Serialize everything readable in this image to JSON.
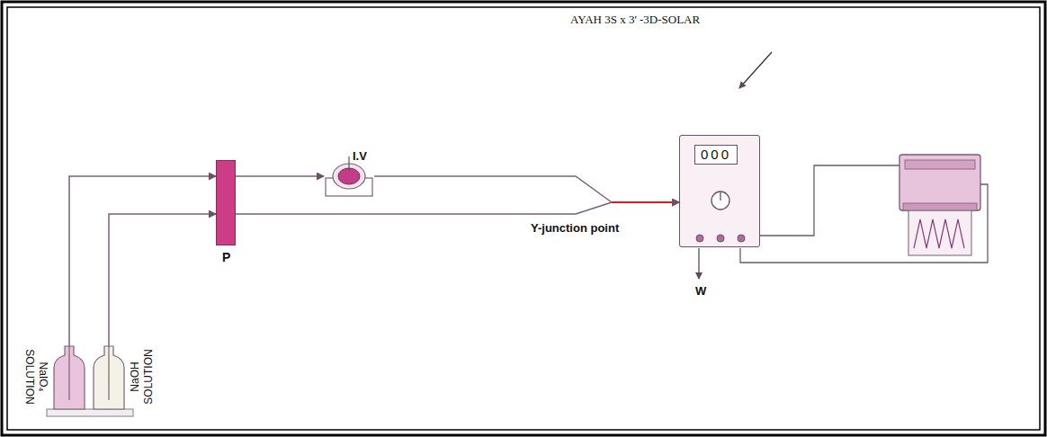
{
  "diagram": {
    "nodes": [
      {
        "text": [
          "NaIO₄ SOLUTION"
        ]
      },
      {
        "text": [
          "NaOH SOLUTION"
        ]
      },
      {
        "text": [
          "P"
        ]
      },
      {
        "text": [
          "I.V"
        ]
      },
      {
        "text": [
          "000"
        ]
      }
    ],
    "edges": [
      {
        "from": 0,
        "to": 2,
        "arrow": "to"
      },
      {
        "from": 1,
        "to": 2,
        "arrow": "to"
      },
      {
        "from": 2,
        "to": 3,
        "arrow": "to"
      },
      {
        "from": 3,
        "to": 4,
        "arrow": "to"
      },
      {
        "from": 2,
        "to": 4,
        "arrow": "to"
      }
    ],
    "labels": [
      "AYAH 3S x 3' -3D-SOLAR",
      "Y-junction point",
      "W"
    ]
  }
}
